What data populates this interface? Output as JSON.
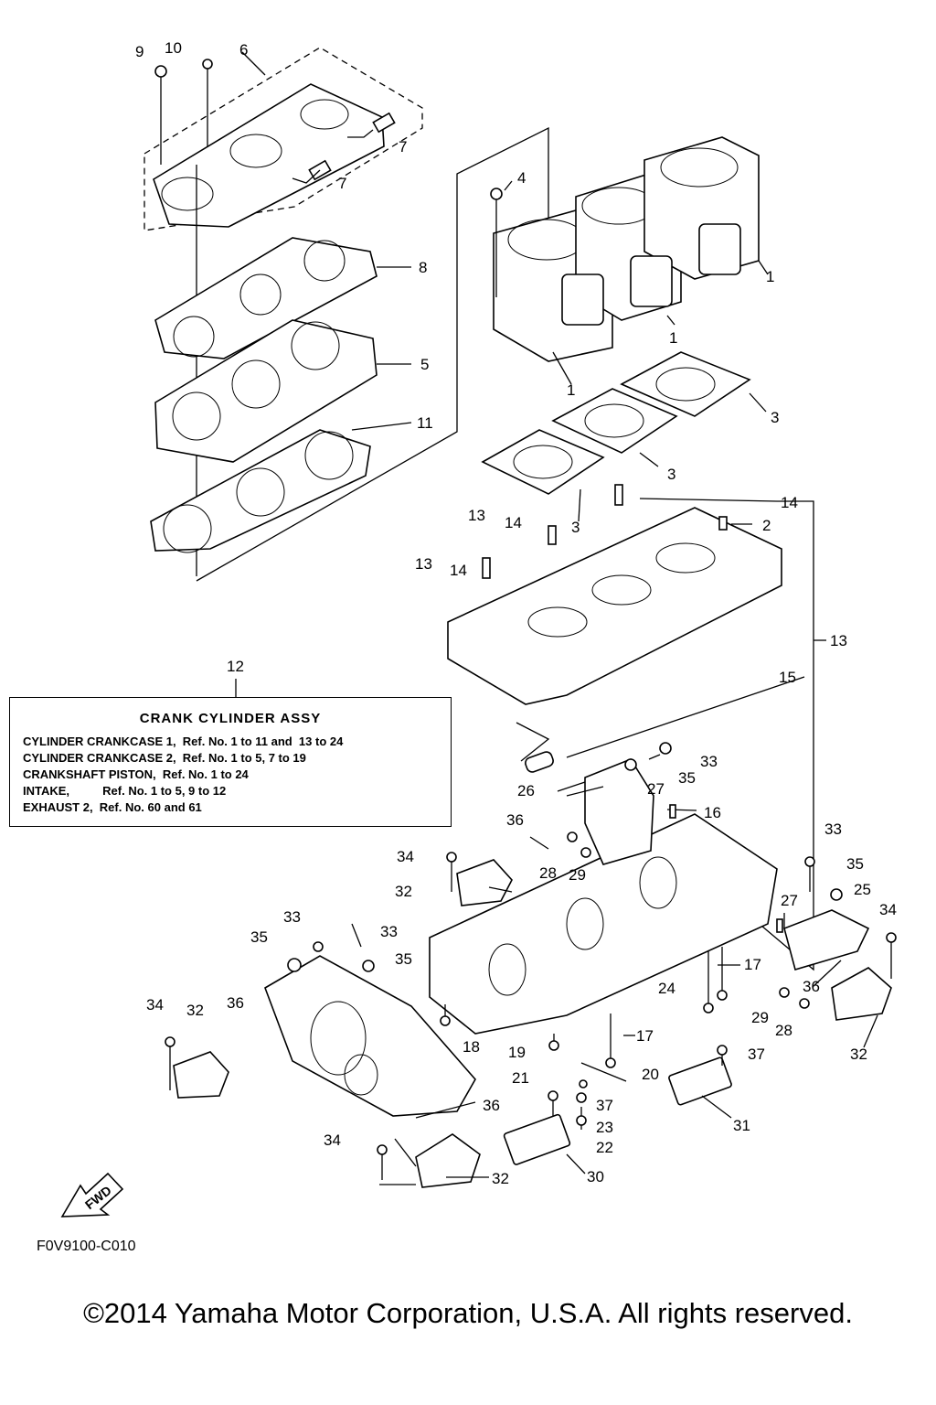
{
  "callouts": [
    "9",
    "10",
    "6",
    "7",
    "7",
    "4",
    "8",
    "1",
    "1",
    "1",
    "5",
    "11",
    "3",
    "3",
    "3",
    "14",
    "2",
    "14",
    "14",
    "13",
    "13",
    "13",
    "12",
    "15",
    "33",
    "35",
    "27",
    "16",
    "26",
    "36",
    "28",
    "29",
    "34",
    "33",
    "32",
    "35",
    "25",
    "27",
    "34",
    "33",
    "33",
    "35",
    "35",
    "17",
    "24",
    "36",
    "34",
    "32",
    "36",
    "29",
    "28",
    "32",
    "18",
    "19",
    "17",
    "37",
    "20",
    "21",
    "37",
    "36",
    "23",
    "22",
    "31",
    "34",
    "30",
    "32"
  ],
  "assembly_box": {
    "title": "CRANK CYLINDER ASSY",
    "rows": [
      "CYLINDER CRANKCASE 1,  Ref. No. 1 to 11 and  13 to 24",
      "CYLINDER CRANKCASE 2,  Ref. No. 1 to 5, 7 to 19",
      "CRANKSHAFT PISTON,  Ref. No. 1 to 24",
      "INTAKE,          Ref. No. 1 to 5, 9 to 12",
      "EXHAUST 2,  Ref. No. 60 and 61"
    ]
  },
  "fwd_label": "FWD",
  "drawing_code": "F0V9100-C010",
  "copyright": "©2014 Yamaha Motor Corporation, U.S.A. All rights reserved."
}
